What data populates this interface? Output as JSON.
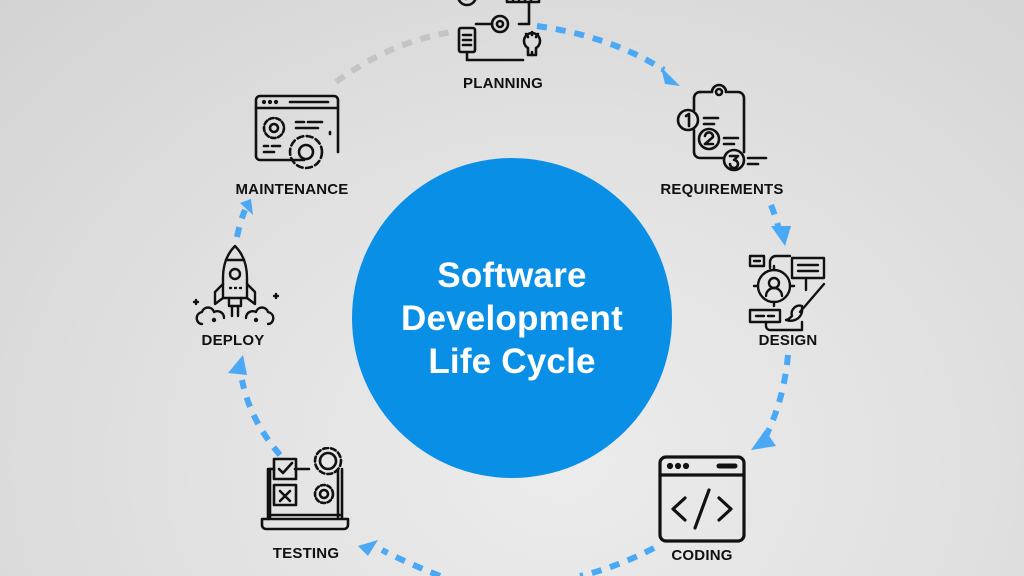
{
  "diagram": {
    "title_lines": [
      "Software",
      "Development",
      "Life Cycle"
    ],
    "hub_color": "#0a8fe6",
    "connector_color": "#4aa8f5",
    "inactive_connector_color": "#c4c4c4",
    "stages": [
      {
        "id": "planning",
        "label": "PLANNING",
        "icon": "planning-flow-icon"
      },
      {
        "id": "requirements",
        "label": "REQUIREMENTS",
        "icon": "clipboard-checklist-icon"
      },
      {
        "id": "design",
        "label": "DESIGN",
        "icon": "design-wireframe-brush-icon"
      },
      {
        "id": "coding",
        "label": "CODING",
        "icon": "code-window-icon"
      },
      {
        "id": "testing",
        "label": "TESTING",
        "icon": "laptop-test-checklist-icon"
      },
      {
        "id": "deploy",
        "label": "DEPLOY",
        "icon": "rocket-launch-icon"
      },
      {
        "id": "maintenance",
        "label": "MAINTENANCE",
        "icon": "browser-gears-icon"
      }
    ],
    "flow": [
      "planning",
      "requirements",
      "design",
      "coding",
      "testing",
      "deploy",
      "maintenance",
      "planning"
    ]
  }
}
